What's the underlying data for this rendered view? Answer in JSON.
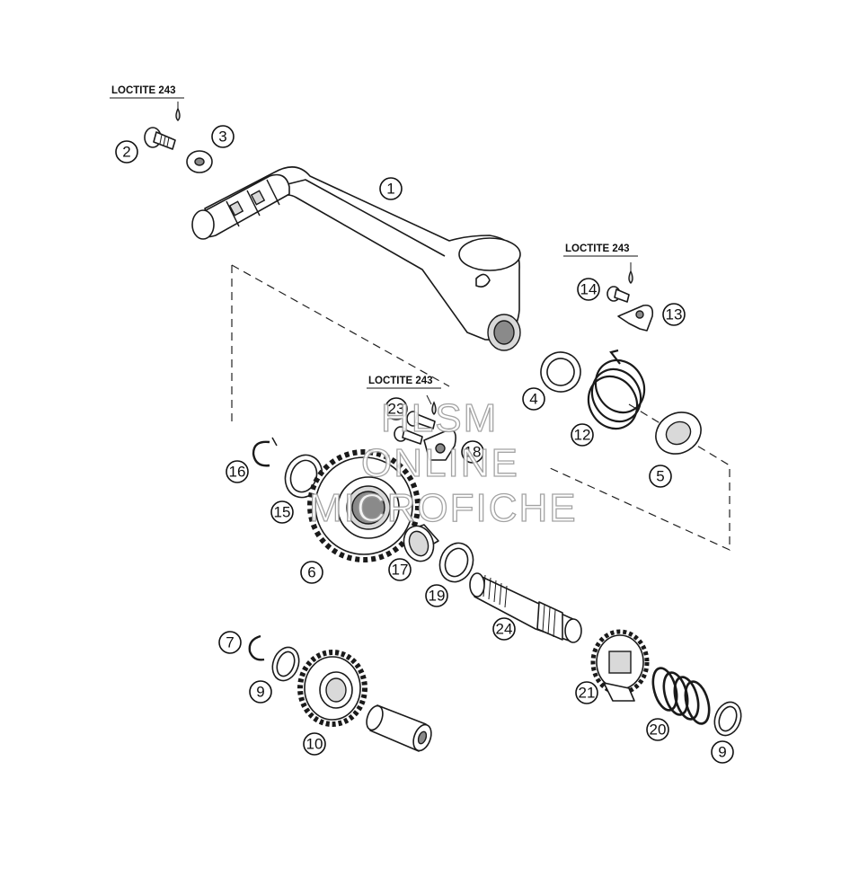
{
  "loctite_label": "LOCTITE 243",
  "callouts": {
    "c1": "1",
    "c2": "2",
    "c3": "3",
    "c4": "4",
    "c5": "5",
    "c6": "6",
    "c7": "7",
    "c9a": "9",
    "c9b": "9",
    "c10": "10",
    "c12": "12",
    "c13": "13",
    "c14": "14",
    "c15": "15",
    "c16": "16",
    "c17": "17",
    "c18": "18",
    "c19": "19",
    "c20": "20",
    "c21": "21",
    "c23": "23",
    "c24": "24"
  },
  "watermark": {
    "line1": "HLSM",
    "line2": "ONLINE",
    "line3": "MICROFICHE"
  }
}
